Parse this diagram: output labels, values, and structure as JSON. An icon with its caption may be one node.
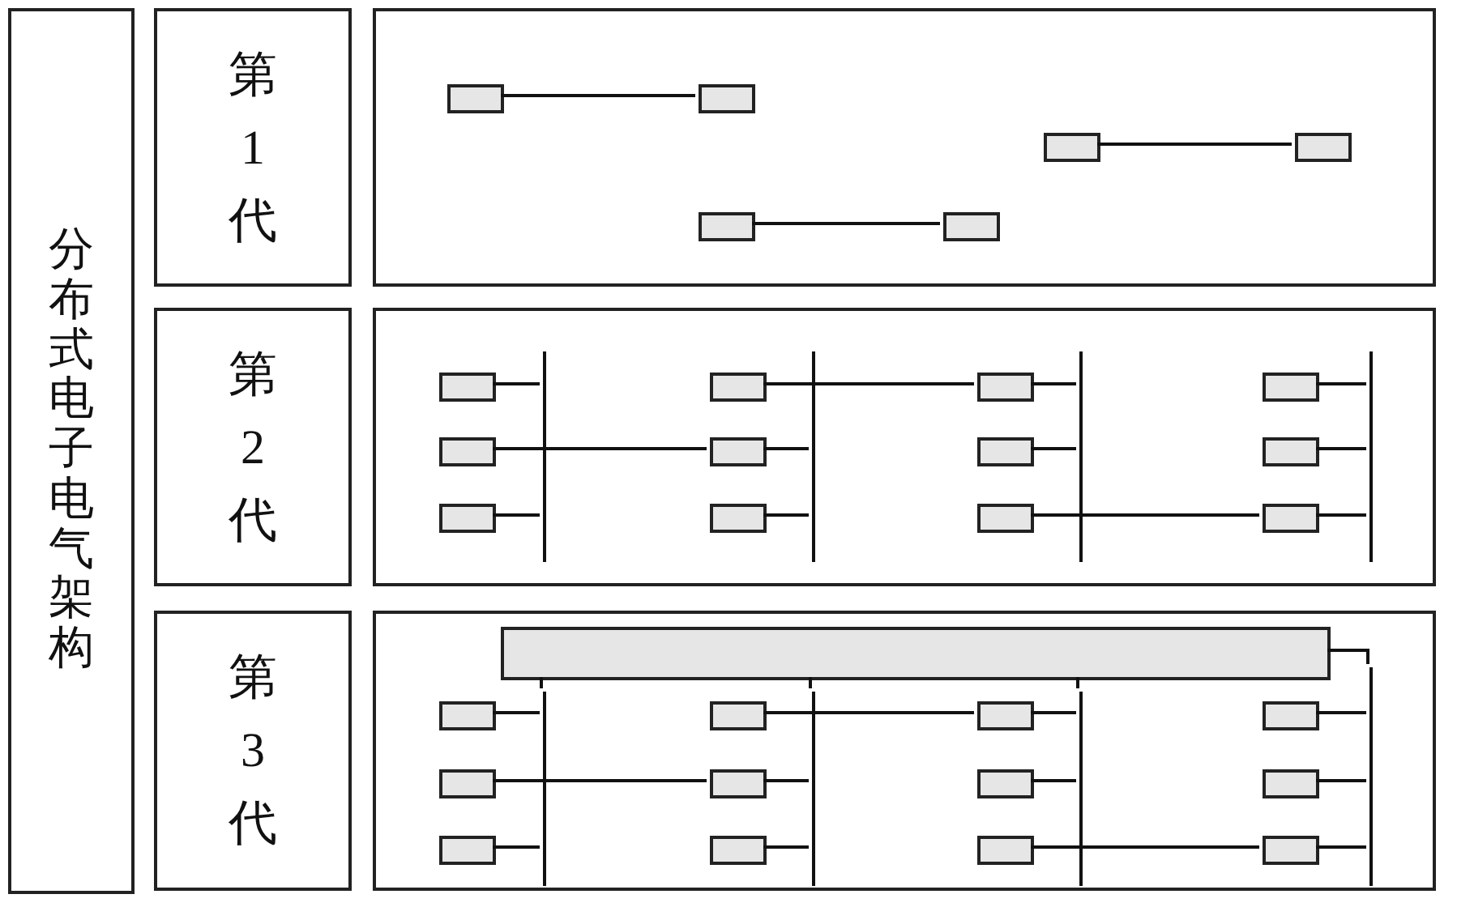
{
  "diagram": {
    "nodes": [
      {
        "text": [
          "分布式电子电气架构"
        ]
      },
      {
        "text": [
          "第1代"
        ]
      },
      {
        "text": [],
        "shape": "box"
      },
      {
        "text": [],
        "shape": "box",
        "in": 2
      },
      {
        "text": [],
        "shape": "box",
        "in": 2
      },
      {
        "text": [],
        "shape": "box",
        "in": 2
      },
      {
        "text": [],
        "shape": "box",
        "in": 2
      },
      {
        "text": [],
        "shape": "box",
        "in": 2
      },
      {
        "text": [],
        "shape": "box",
        "in": 2
      },
      {
        "text": [
          "第2代"
        ]
      },
      {
        "text": [],
        "shape": "box"
      },
      {
        "text": [],
        "shape": "box",
        "in": 10
      },
      {
        "text": [],
        "shape": "box",
        "in": 10
      },
      {
        "text": [],
        "shape": "box",
        "in": 10
      },
      {
        "text": [],
        "shape": "box",
        "in": 10
      },
      {
        "text": [],
        "shape": "box",
        "in": 10
      },
      {
        "text": [],
        "shape": "box",
        "in": 10
      },
      {
        "text": [],
        "shape": "box",
        "in": 10
      },
      {
        "text": [],
        "shape": "box",
        "in": 10
      },
      {
        "text": [],
        "shape": "box",
        "in": 10
      },
      {
        "text": [],
        "shape": "box",
        "in": 10
      },
      {
        "text": [],
        "shape": "box",
        "in": 10
      },
      {
        "text": [],
        "shape": "box",
        "in": 10
      },
      {
        "text": [],
        "shape": "bar",
        "in": 10
      },
      {
        "text": [],
        "shape": "bar",
        "in": 10
      },
      {
        "text": [],
        "shape": "bar",
        "in": 10
      },
      {
        "text": [],
        "shape": "bar",
        "in": 10
      },
      {
        "text": [
          "第3代"
        ]
      },
      {
        "text": [],
        "shape": "box"
      },
      {
        "text": [],
        "shape": "box",
        "in": 28
      },
      {
        "text": [],
        "shape": "box",
        "in": 28
      },
      {
        "text": [],
        "shape": "box",
        "in": 28
      },
      {
        "text": [],
        "shape": "box",
        "in": 28
      },
      {
        "text": [],
        "shape": "box",
        "in": 28
      },
      {
        "text": [],
        "shape": "box",
        "in": 28
      },
      {
        "text": [],
        "shape": "box",
        "in": 28
      },
      {
        "text": [],
        "shape": "box",
        "in": 28
      },
      {
        "text": [],
        "shape": "box",
        "in": 28
      },
      {
        "text": [],
        "shape": "box",
        "in": 28
      },
      {
        "text": [],
        "shape": "box",
        "in": 28
      },
      {
        "text": [],
        "shape": "box",
        "in": 28
      },
      {
        "text": [],
        "shape": "box",
        "in": 28
      },
      {
        "text": [],
        "shape": "bar",
        "in": 28
      },
      {
        "text": [],
        "shape": "bar",
        "in": 28
      },
      {
        "text": [],
        "shape": "bar",
        "in": 28
      },
      {
        "text": [],
        "shape": "bar",
        "in": 28
      }
    ],
    "edges": [
      {
        "from": 3,
        "to": 4,
        "arrow": "none"
      },
      {
        "from": 5,
        "to": 6,
        "arrow": "none"
      },
      {
        "from": 7,
        "to": 8,
        "arrow": "none"
      },
      {
        "from": 11,
        "to": 23,
        "arrow": "none"
      },
      {
        "from": 12,
        "to": 24,
        "arrow": "none"
      },
      {
        "from": 13,
        "to": 25,
        "arrow": "none"
      },
      {
        "from": 14,
        "to": 26,
        "arrow": "none"
      },
      {
        "from": 15,
        "to": 23,
        "arrow": "none"
      },
      {
        "from": 16,
        "to": 24,
        "arrow": "none"
      },
      {
        "from": 17,
        "to": 25,
        "arrow": "none"
      },
      {
        "from": 18,
        "to": 26,
        "arrow": "none"
      },
      {
        "from": 19,
        "to": 23,
        "arrow": "none"
      },
      {
        "from": 20,
        "to": 24,
        "arrow": "none"
      },
      {
        "from": 21,
        "to": 25,
        "arrow": "none"
      },
      {
        "from": 22,
        "to": 26,
        "arrow": "none"
      },
      {
        "from": 12,
        "to": 13,
        "arrow": "none"
      },
      {
        "from": 15,
        "to": 16,
        "arrow": "none"
      },
      {
        "from": 21,
        "to": 22,
        "arrow": "none"
      },
      {
        "from": 29,
        "to": 42,
        "arrow": "none"
      },
      {
        "from": 29,
        "to": 43,
        "arrow": "none"
      },
      {
        "from": 29,
        "to": 44,
        "arrow": "none"
      },
      {
        "from": 29,
        "to": 45,
        "arrow": "none"
      },
      {
        "from": 30,
        "to": 42,
        "arrow": "none"
      },
      {
        "from": 31,
        "to": 43,
        "arrow": "none"
      },
      {
        "from": 32,
        "to": 44,
        "arrow": "none"
      },
      {
        "from": 33,
        "to": 45,
        "arrow": "none"
      },
      {
        "from": 34,
        "to": 42,
        "arrow": "none"
      },
      {
        "from": 35,
        "to": 43,
        "arrow": "none"
      },
      {
        "from": 36,
        "to": 44,
        "arrow": "none"
      },
      {
        "from": 37,
        "to": 45,
        "arrow": "none"
      },
      {
        "from": 38,
        "to": 42,
        "arrow": "none"
      },
      {
        "from": 39,
        "to": 43,
        "arrow": "none"
      },
      {
        "from": 40,
        "to": 44,
        "arrow": "none"
      },
      {
        "from": 41,
        "to": 45,
        "arrow": "none"
      },
      {
        "from": 31,
        "to": 32,
        "arrow": "none"
      },
      {
        "from": 34,
        "to": 35,
        "arrow": "none"
      },
      {
        "from": 40,
        "to": 41,
        "arrow": "none"
      }
    ]
  }
}
